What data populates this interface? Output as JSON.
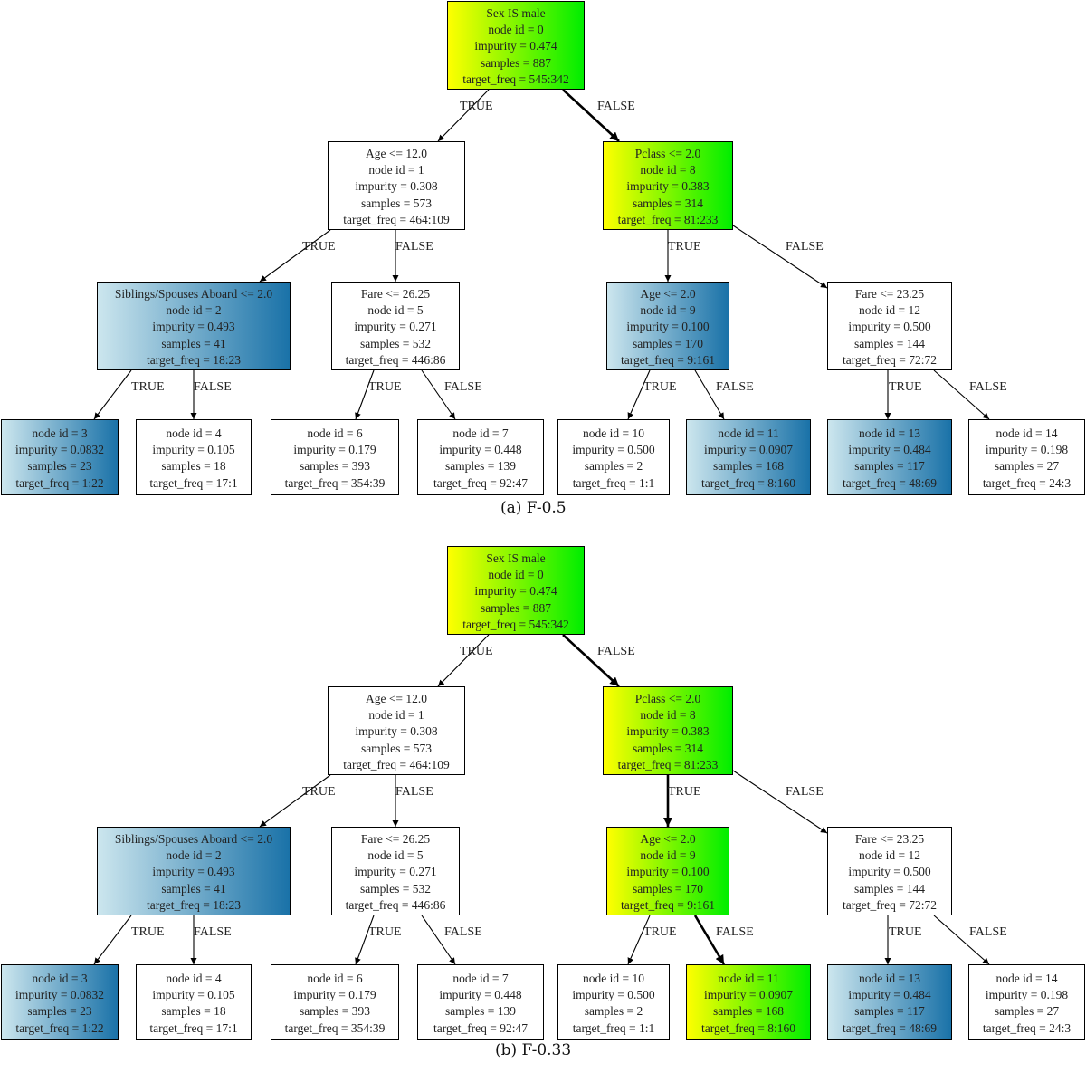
{
  "panels": [
    {
      "caption": "(a) F-0.5",
      "nodes": [
        {
          "id": "n0",
          "lines": [
            "Sex IS male",
            "node id  = 0",
            "impurity = 0.474",
            "samples = 887",
            "target_freq = 545:342"
          ],
          "fill": "gy"
        },
        {
          "id": "n1",
          "lines": [
            "Age <= 12.0",
            "node id  = 1",
            "impurity = 0.308",
            "samples = 573",
            "target_freq = 464:109"
          ],
          "fill": "wh"
        },
        {
          "id": "n8",
          "lines": [
            "Pclass <= 2.0",
            "node id  = 8",
            "impurity = 0.383",
            "samples = 314",
            "target_freq = 81:233"
          ],
          "fill": "gy"
        },
        {
          "id": "n2",
          "lines": [
            "Siblings/Spouses Aboard <= 2.0",
            "node id  = 2",
            "impurity = 0.493",
            "samples = 41",
            "target_freq = 18:23"
          ],
          "fill": "bl"
        },
        {
          "id": "n5",
          "lines": [
            "Fare <= 26.25",
            "node id  = 5",
            "impurity = 0.271",
            "samples = 532",
            "target_freq = 446:86"
          ],
          "fill": "wh"
        },
        {
          "id": "n9",
          "lines": [
            "Age <= 2.0",
            "node id  = 9",
            "impurity = 0.100",
            "samples = 170",
            "target_freq = 9:161"
          ],
          "fill": "bl"
        },
        {
          "id": "n12",
          "lines": [
            "Fare <= 23.25",
            "node id  = 12",
            "impurity = 0.500",
            "samples = 144",
            "target_freq = 72:72"
          ],
          "fill": "wh"
        },
        {
          "id": "n3",
          "lines": [
            "node id  = 3",
            "impurity = 0.0832",
            "samples = 23",
            "target_freq = 1:22"
          ],
          "fill": "bl"
        },
        {
          "id": "n4",
          "lines": [
            "node id  = 4",
            "impurity = 0.105",
            "samples = 18",
            "target_freq = 17:1"
          ],
          "fill": "wh"
        },
        {
          "id": "n6",
          "lines": [
            "node id  = 6",
            "impurity = 0.179",
            "samples = 393",
            "target_freq = 354:39"
          ],
          "fill": "wh"
        },
        {
          "id": "n7",
          "lines": [
            "node id  = 7",
            "impurity = 0.448",
            "samples = 139",
            "target_freq = 92:47"
          ],
          "fill": "wh"
        },
        {
          "id": "n10",
          "lines": [
            "node id  = 10",
            "impurity = 0.500",
            "samples = 2",
            "target_freq = 1:1"
          ],
          "fill": "wh"
        },
        {
          "id": "n11",
          "lines": [
            "node id  = 11",
            "impurity = 0.0907",
            "samples = 168",
            "target_freq = 8:160"
          ],
          "fill": "bl"
        },
        {
          "id": "n13",
          "lines": [
            "node id  = 13",
            "impurity = 0.484",
            "samples = 117",
            "target_freq = 48:69"
          ],
          "fill": "bl"
        },
        {
          "id": "n14",
          "lines": [
            "node id  = 14",
            "impurity = 0.198",
            "samples = 27",
            "target_freq = 24:3"
          ],
          "fill": "wh"
        }
      ],
      "edges": [
        {
          "from": "n0",
          "to": "n1",
          "label": "TRUE",
          "bold": false
        },
        {
          "from": "n0",
          "to": "n8",
          "label": "FALSE",
          "bold": true
        },
        {
          "from": "n1",
          "to": "n2",
          "label": "TRUE",
          "bold": false
        },
        {
          "from": "n1",
          "to": "n5",
          "label": "FALSE",
          "bold": false
        },
        {
          "from": "n8",
          "to": "n9",
          "label": "TRUE",
          "bold": false
        },
        {
          "from": "n8",
          "to": "n12",
          "label": "FALSE",
          "bold": false
        },
        {
          "from": "n2",
          "to": "n3",
          "label": "TRUE",
          "bold": false
        },
        {
          "from": "n2",
          "to": "n4",
          "label": "FALSE",
          "bold": false
        },
        {
          "from": "n5",
          "to": "n6",
          "label": "TRUE",
          "bold": false
        },
        {
          "from": "n5",
          "to": "n7",
          "label": "FALSE",
          "bold": false
        },
        {
          "from": "n9",
          "to": "n10",
          "label": "TRUE",
          "bold": false
        },
        {
          "from": "n9",
          "to": "n11",
          "label": "FALSE",
          "bold": false
        },
        {
          "from": "n12",
          "to": "n13",
          "label": "TRUE",
          "bold": false
        },
        {
          "from": "n12",
          "to": "n14",
          "label": "FALSE",
          "bold": false
        }
      ]
    },
    {
      "caption": "(b) F-0.33",
      "nodes": [
        {
          "id": "n0",
          "lines": [
            "Sex IS male",
            "node id  = 0",
            "impurity = 0.474",
            "samples = 887",
            "target_freq = 545:342"
          ],
          "fill": "gy"
        },
        {
          "id": "n1",
          "lines": [
            "Age <= 12.0",
            "node id  = 1",
            "impurity = 0.308",
            "samples = 573",
            "target_freq = 464:109"
          ],
          "fill": "wh"
        },
        {
          "id": "n8",
          "lines": [
            "Pclass <= 2.0",
            "node id  = 8",
            "impurity = 0.383",
            "samples = 314",
            "target_freq = 81:233"
          ],
          "fill": "gy"
        },
        {
          "id": "n2",
          "lines": [
            "Siblings/Spouses Aboard <= 2.0",
            "node id  = 2",
            "impurity = 0.493",
            "samples = 41",
            "target_freq = 18:23"
          ],
          "fill": "bl"
        },
        {
          "id": "n5",
          "lines": [
            "Fare <= 26.25",
            "node id  = 5",
            "impurity = 0.271",
            "samples = 532",
            "target_freq = 446:86"
          ],
          "fill": "wh"
        },
        {
          "id": "n9",
          "lines": [
            "Age <= 2.0",
            "node id  = 9",
            "impurity = 0.100",
            "samples = 170",
            "target_freq = 9:161"
          ],
          "fill": "gy"
        },
        {
          "id": "n12",
          "lines": [
            "Fare <= 23.25",
            "node id  = 12",
            "impurity = 0.500",
            "samples = 144",
            "target_freq = 72:72"
          ],
          "fill": "wh"
        },
        {
          "id": "n3",
          "lines": [
            "node id  = 3",
            "impurity = 0.0832",
            "samples = 23",
            "target_freq = 1:22"
          ],
          "fill": "bl"
        },
        {
          "id": "n4",
          "lines": [
            "node id  = 4",
            "impurity = 0.105",
            "samples = 18",
            "target_freq = 17:1"
          ],
          "fill": "wh"
        },
        {
          "id": "n6",
          "lines": [
            "node id  = 6",
            "impurity = 0.179",
            "samples = 393",
            "target_freq = 354:39"
          ],
          "fill": "wh"
        },
        {
          "id": "n7",
          "lines": [
            "node id  = 7",
            "impurity = 0.448",
            "samples = 139",
            "target_freq = 92:47"
          ],
          "fill": "wh"
        },
        {
          "id": "n10",
          "lines": [
            "node id  = 10",
            "impurity = 0.500",
            "samples = 2",
            "target_freq = 1:1"
          ],
          "fill": "wh"
        },
        {
          "id": "n11",
          "lines": [
            "node id  = 11",
            "impurity = 0.0907",
            "samples = 168",
            "target_freq = 8:160"
          ],
          "fill": "gy"
        },
        {
          "id": "n13",
          "lines": [
            "node id  = 13",
            "impurity = 0.484",
            "samples = 117",
            "target_freq = 48:69"
          ],
          "fill": "bl"
        },
        {
          "id": "n14",
          "lines": [
            "node id  = 14",
            "impurity = 0.198",
            "samples = 27",
            "target_freq = 24:3"
          ],
          "fill": "wh"
        }
      ],
      "edges": [
        {
          "from": "n0",
          "to": "n1",
          "label": "TRUE",
          "bold": false
        },
        {
          "from": "n0",
          "to": "n8",
          "label": "FALSE",
          "bold": true
        },
        {
          "from": "n1",
          "to": "n2",
          "label": "TRUE",
          "bold": false
        },
        {
          "from": "n1",
          "to": "n5",
          "label": "FALSE",
          "bold": false
        },
        {
          "from": "n8",
          "to": "n9",
          "label": "TRUE",
          "bold": true
        },
        {
          "from": "n8",
          "to": "n12",
          "label": "FALSE",
          "bold": false
        },
        {
          "from": "n2",
          "to": "n3",
          "label": "TRUE",
          "bold": false
        },
        {
          "from": "n2",
          "to": "n4",
          "label": "FALSE",
          "bold": false
        },
        {
          "from": "n5",
          "to": "n6",
          "label": "TRUE",
          "bold": false
        },
        {
          "from": "n5",
          "to": "n7",
          "label": "FALSE",
          "bold": false
        },
        {
          "from": "n9",
          "to": "n10",
          "label": "TRUE",
          "bold": false
        },
        {
          "from": "n9",
          "to": "n11",
          "label": "FALSE",
          "bold": true
        },
        {
          "from": "n12",
          "to": "n13",
          "label": "TRUE",
          "bold": false
        },
        {
          "from": "n12",
          "to": "n14",
          "label": "FALSE",
          "bold": false
        }
      ]
    }
  ]
}
